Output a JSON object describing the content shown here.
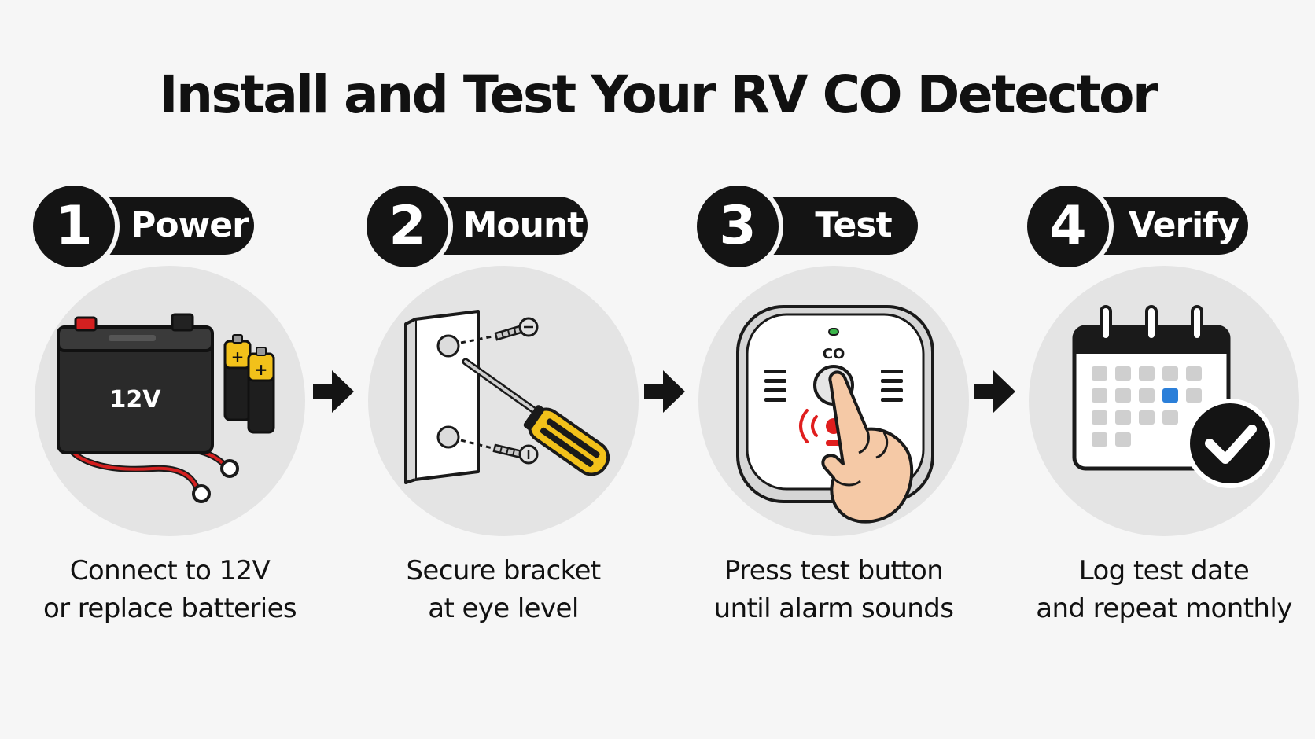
{
  "title": "Install and Test Your RV CO Detector",
  "steps": [
    {
      "number": "1",
      "label": "Power",
      "caption": [
        "Connect to 12V",
        "or replace batteries"
      ],
      "illustration": "battery-icon",
      "battery_text": "12V"
    },
    {
      "number": "2",
      "label": "Mount",
      "caption": [
        "Secure bracket",
        "at eye level"
      ],
      "illustration": "screwdriver-icon"
    },
    {
      "number": "3",
      "label": "Test",
      "caption": [
        "Press test button",
        "until alarm sounds"
      ],
      "illustration": "co-detector-icon",
      "detector_text": "CO"
    },
    {
      "number": "4",
      "label": "Verify",
      "caption": [
        "Log test date",
        "and repeat monthly"
      ],
      "illustration": "calendar-check-icon"
    }
  ],
  "arrow_icon": "arrow-right-icon",
  "colors": {
    "background": "#f6f6f6",
    "badge": "#141414",
    "circle": "#e4e4e4",
    "battery_red": "#d42020",
    "handle_yellow": "#f2c11a",
    "detector_green": "#3bb54a",
    "alarm_red": "#e01e1e",
    "calendar_blue": "#2b7fd9"
  }
}
